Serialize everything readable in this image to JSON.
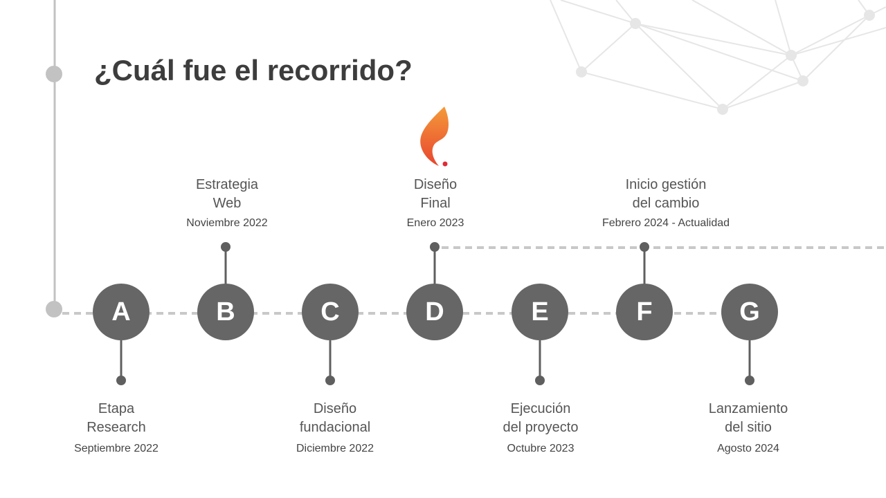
{
  "slide": {
    "title": "¿Cuál fue el recorrido?"
  },
  "colors": {
    "node": "#666666",
    "connector": "#5f5f5f",
    "dashed_line": "#c8c8c8",
    "rail": "#c2c2c2",
    "title": "#3d3d3d",
    "logo_top": "#f49a3a",
    "logo_bottom": "#e8452e",
    "logo_dot": "#e02b36"
  },
  "icons": {
    "logo": "flame-logo-icon"
  },
  "timeline": [
    {
      "letter": "A",
      "name": "Etapa\nResearch",
      "date": "Septiembre 2022",
      "position": "bottom"
    },
    {
      "letter": "B",
      "name": "Estrategia\nWeb",
      "date": "Noviembre 2022",
      "position": "top"
    },
    {
      "letter": "C",
      "name": "Diseño\nfundacional",
      "date": "Diciembre 2022",
      "position": "bottom"
    },
    {
      "letter": "D",
      "name": "Diseño\nFinal",
      "date": "Enero 2023",
      "position": "top"
    },
    {
      "letter": "E",
      "name": "Ejecución\ndel proyecto",
      "date": "Octubre 2023",
      "position": "bottom"
    },
    {
      "letter": "F",
      "name": "Inicio gestión\ndel cambio",
      "date": "Febrero 2024 - Actualidad",
      "position": "top"
    },
    {
      "letter": "G",
      "name": "Lanzamiento\ndel sitio",
      "date": "Agosto 2024",
      "position": "bottom"
    }
  ]
}
